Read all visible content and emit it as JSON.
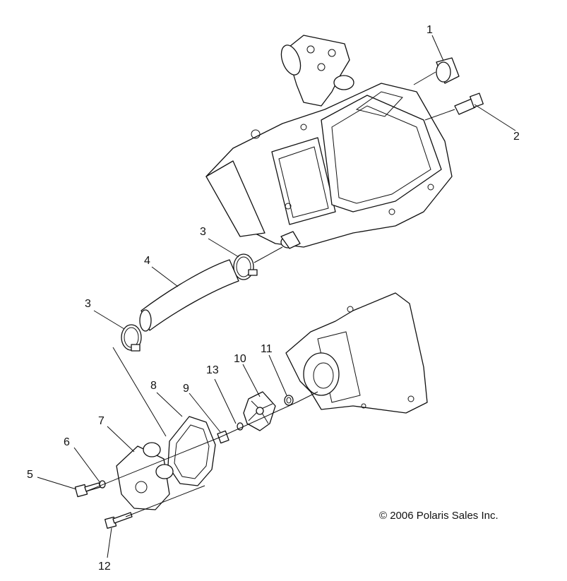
{
  "callouts": [
    {
      "id": "1",
      "label": "1"
    },
    {
      "id": "2",
      "label": "2"
    },
    {
      "id": "3a",
      "label": "3"
    },
    {
      "id": "3b",
      "label": "3"
    },
    {
      "id": "4",
      "label": "4"
    },
    {
      "id": "5",
      "label": "5"
    },
    {
      "id": "6",
      "label": "6"
    },
    {
      "id": "7",
      "label": "7"
    },
    {
      "id": "8",
      "label": "8"
    },
    {
      "id": "9",
      "label": "9"
    },
    {
      "id": "10",
      "label": "10"
    },
    {
      "id": "11",
      "label": "11"
    },
    {
      "id": "12",
      "label": "12"
    },
    {
      "id": "13",
      "label": "13"
    }
  ],
  "copyright": "© 2006 Polaris Sales Inc."
}
